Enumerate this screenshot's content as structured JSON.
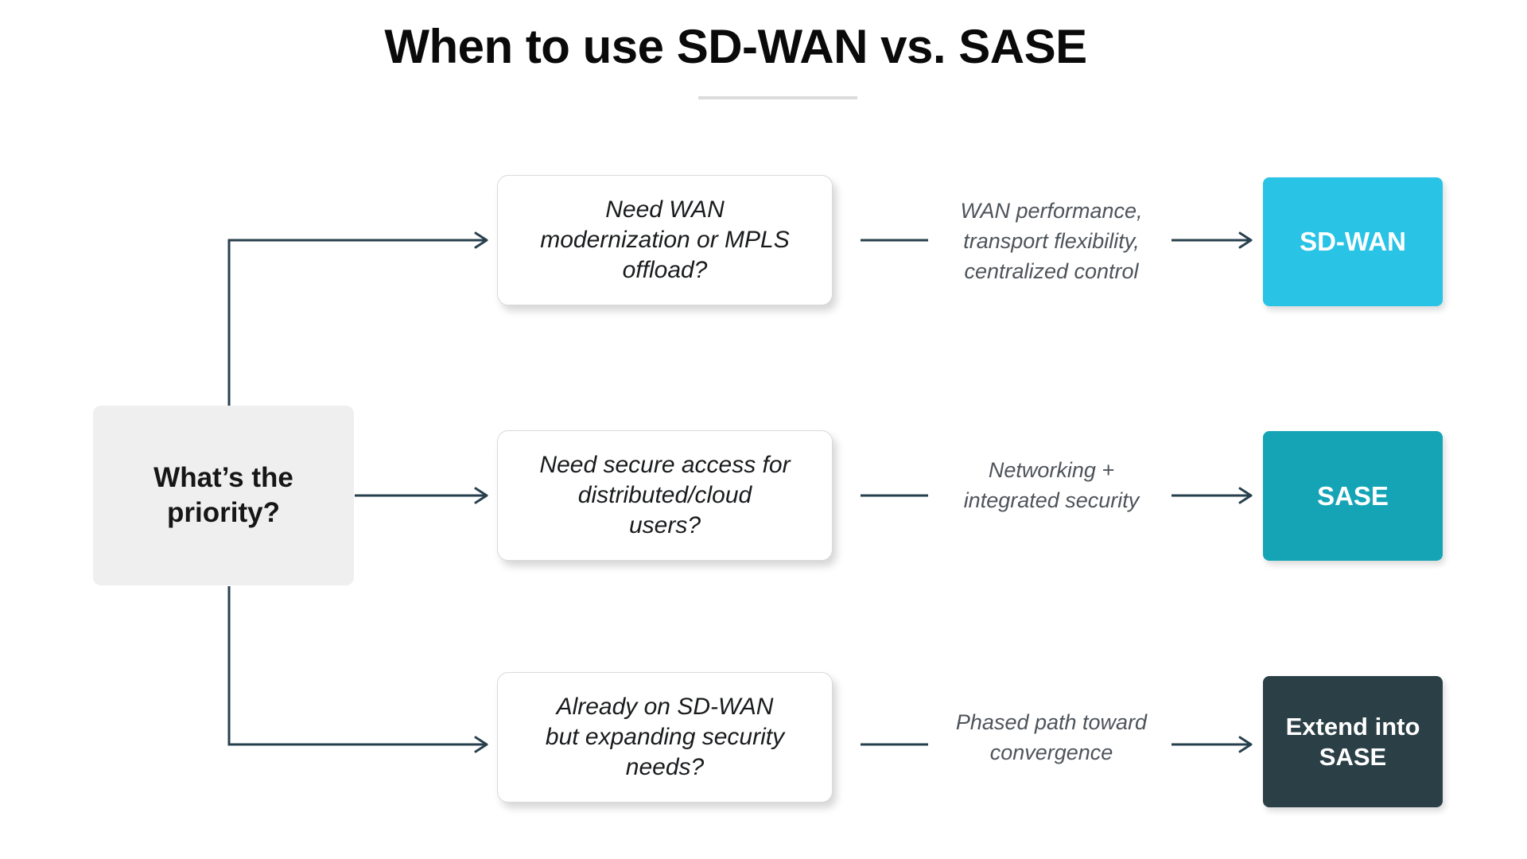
{
  "title": "When to use SD-WAN vs. SASE",
  "priority_node": {
    "lines": [
      "What’s the",
      "priority?"
    ]
  },
  "rows": [
    {
      "question_lines": [
        "Need WAN",
        "modernization or MPLS",
        "offload?"
      ],
      "rationale_lines": [
        "WAN performance,",
        "transport flexibility,",
        "centralized control"
      ],
      "outcome_lines": [
        "SD-WAN"
      ],
      "outcome_color": "#29c3e6"
    },
    {
      "question_lines": [
        "Need secure access for",
        "distributed/cloud",
        "users?"
      ],
      "rationale_lines": [
        "Networking +",
        "integrated security"
      ],
      "outcome_lines": [
        "SASE"
      ],
      "outcome_color": "#14a4b6"
    },
    {
      "question_lines": [
        "Already on SD-WAN",
        "but expanding security",
        "needs?"
      ],
      "rationale_lines": [
        "Phased path toward",
        "convergence"
      ],
      "outcome_lines": [
        "Extend into",
        "SASE"
      ],
      "outcome_color": "#2b3f46"
    }
  ],
  "colors": {
    "title_text": "#0a0a0a",
    "divider": "#dcdcdc",
    "connector": "#28404e",
    "priority_node_bg": "#efefef",
    "question_box_bg": "#ffffff",
    "question_box_border": "#d8dadc",
    "question_text": "#191b1d",
    "rationale_text": "#4e545a",
    "outcome_text": "#ffffff",
    "sdwan_cyan": "#29c3e6",
    "sase_teal": "#14a4b6",
    "extend_dark": "#2b3f46"
  }
}
